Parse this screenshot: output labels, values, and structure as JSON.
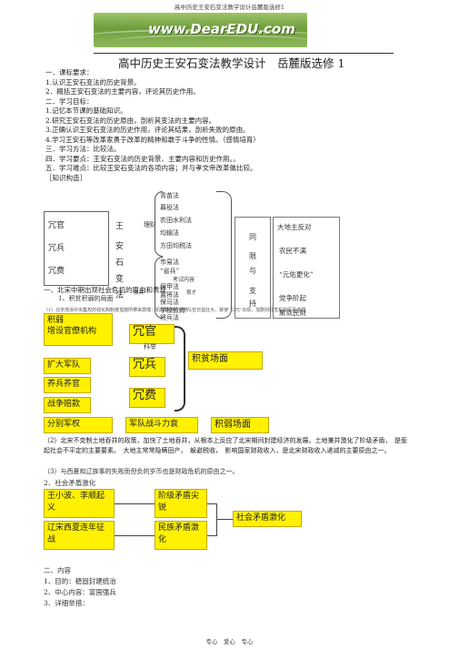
{
  "header": {
    "page_title": "高中历史王安石变法教学设计岳麓版选修1"
  },
  "banner": {
    "url": "www.DearEDU.com"
  },
  "doc": {
    "title": "高中历史王安石变法教学设计　岳麓版选修 1",
    "lines": [
      "一．课标要求：",
      "1.认识王安石变法的历史背景。",
      "2．概括王安石变法的主要内容，评论其历史作用。",
      "二．学习目标：",
      "1.记忆本节课的基础知识。",
      "2.研究王安石变法的历史原由，剖析其变法的主要内容。",
      "3.正确认识王安石变法的历史作用，评论其结果，剖析失败的原由。",
      "4.学习王安石等改革家勇于改革的精神和敢于斗争的性情。（感情培育）",
      "三．学习方法：比较法。",
      "四．学习要点：王安石变法的历史背景、主要内容和历史作用。。",
      "五．学习难点：比较王安石变法的各项内容；并与孝文帝改革做比较。",
      "［知识构造］"
    ]
  },
  "structure": {
    "left": [
      "冗官",
      "冗兵",
      "冗费"
    ],
    "mid_chars": [
      "王",
      "安",
      "石",
      "变",
      "法"
    ],
    "licai": "理财",
    "items": [
      "青苗法",
      "募役法",
      "农田水利法",
      "均输法",
      "方田均税法",
      "市易法",
      "“省兵”",
      "考试内容",
      "保甲法",
      "置将法",
      "保马法",
      "学校教育",
      "将兵法"
    ],
    "section_labels": [
      "强兵",
      "育才"
    ],
    "mid2": [
      "同",
      "限",
      "与",
      "支",
      "持"
    ],
    "right": [
      "大地主反对",
      "农民不满",
      "“元佑更化”",
      "党争阶起",
      "聚敛民财"
    ]
  },
  "part1": {
    "heading": "一、北宋中期出现社会危机的原由和表现",
    "sub": "1、积贫积弱的局面",
    "note": "（1）北宋增添中央集权的强化和制度措施所带来弊端：机构臃肿，官僚队伍日益壮大，致使“三冗”出现，加剧财政危机和军事虚弱"
  },
  "diagram1": {
    "y_boxes": [
      "积弱\n增设官僚机构",
      "扩大军队",
      "养兵养官",
      "战争赔款",
      "分别军权",
      "军队战斗力衰"
    ],
    "big": [
      "冗官",
      "冗兵",
      "冗费"
    ],
    "sub_label": "科举",
    "results": [
      "积贫场面",
      "积弱场面"
    ]
  },
  "para2": "（2）北宋不克制土地吞并的政策，加快了土地吞并，从根本上反应了北宋期间封建经济的发展。土地兼并激化了阶级矛盾，　是惹起社会不平定的主要要素。　大地主常常隐瞒田产，　躲避税收，　影响国家财政收入，是北宋财政收入递减的主要原由之一。",
  "para3": "（3）与西夏和辽族事的失败而但负的岁币也是财政危机的原由之一。",
  "social": {
    "heading": "2、社会矛盾激化",
    "boxes": [
      "王小波、李顺起义",
      "辽宋西夏连年征战",
      "阶级矛盾尖锐",
      "民族矛盾激化",
      "社会矛盾激化"
    ]
  },
  "content": {
    "heading": "二、内容",
    "lines": [
      "1、目的：稳固封建统治",
      "2、中心内容：富国强兵",
      "3、详细举措："
    ]
  },
  "footer": "专心　爱心　专心"
}
